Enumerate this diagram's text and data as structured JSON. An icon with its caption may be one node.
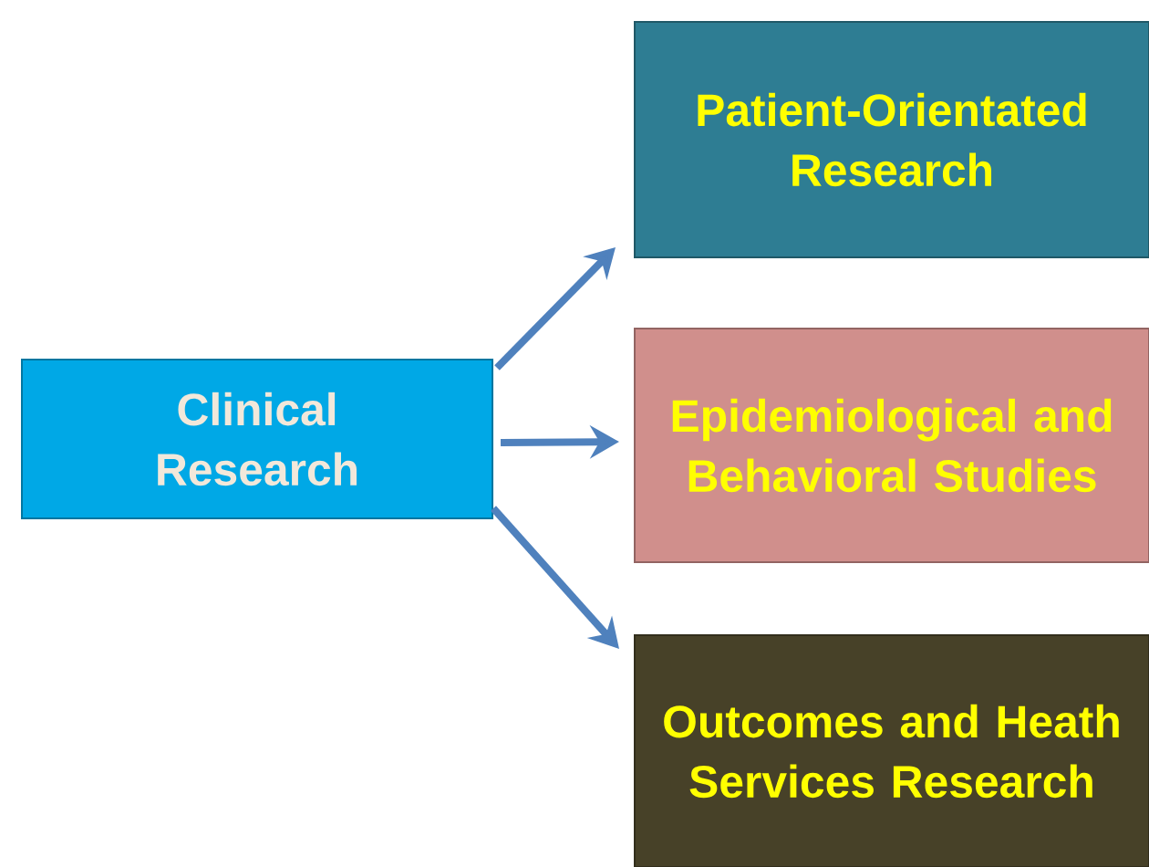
{
  "diagram": {
    "nodes": [
      {
        "text": [
          "Clinical Research"
        ]
      },
      {
        "text": [
          "Patient-Orientated Research"
        ]
      },
      {
        "text": [
          "Epidemiological and Behavioral Studies"
        ]
      },
      {
        "text": [
          "Outcomes and Heath Services Research"
        ]
      }
    ],
    "edges": [
      {
        "from": 0,
        "to": 1,
        "arrow": "to"
      },
      {
        "from": 0,
        "to": 2,
        "arrow": "to"
      },
      {
        "from": 0,
        "to": 3,
        "arrow": "to"
      }
    ]
  }
}
